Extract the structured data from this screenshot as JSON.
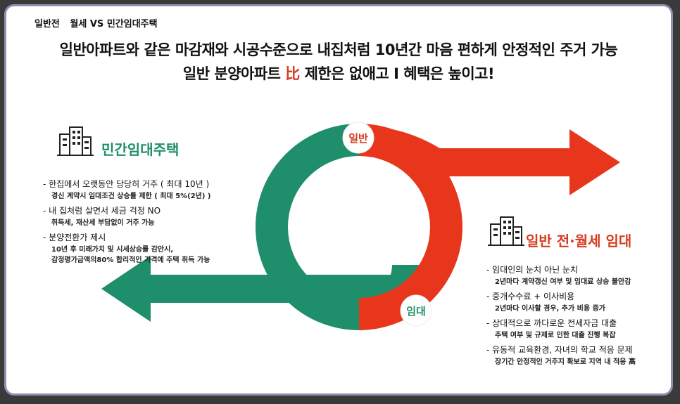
{
  "breadcrumb": [
    "일반전",
    "월세 VS 민간임대주택"
  ],
  "headline": {
    "line1": "일반아파트와 같은 마감재와 시공수준으로 내집처럼 10년간 마음 편하게 안정적인 주거 가능",
    "line2_pre": "일반 분양아파트 ",
    "line2_hl": "比",
    "line2_post": " 제한은 없애고 I 혜택은 높이고!"
  },
  "diagram": {
    "badge_top": "일반",
    "badge_bottom": "임대",
    "colors": {
      "green": "#1e8f6a",
      "red": "#e8361c",
      "text_red": "#d63b1f"
    }
  },
  "left": {
    "title": "민간임대주택",
    "points": [
      {
        "main": "한집에서 오랫동안 당당히 거주 ( 최대 10년 )",
        "sub": "경신 계약시 임대조건 상승률 제한 ( 최대 5%(2년) )"
      },
      {
        "main": "내 집처럼 살면서 세금 걱정 NO",
        "sub": "취득세, 재산세 부담없이 거주 가능"
      },
      {
        "main": "분양전환가 제시",
        "sub": "10년 후 미래가치 및 시세상승률 감안시,",
        "sub2": "감정평가금액의80% 합리적인 가격에 주택 취득 가능"
      }
    ]
  },
  "right": {
    "title": "일반 전·월세 ",
    "title_strong": "임대",
    "points": [
      {
        "main": "임대인의 눈치 아닌 눈치",
        "sub": "2년마다 계약갱신 여부 및 임대료 상승 불안감"
      },
      {
        "main": "중개수수료 + 이사비용",
        "sub": "2년마다 이사할 경우, 추가 비용 증가"
      },
      {
        "main": "상대적으로 까다로운 전세자금 대출",
        "sub": "주택 여부 및 규제로 인한 대출 진행 복잡"
      },
      {
        "main": "유동적 교육환경, 자녀의 학교 적응 문제",
        "sub": "장기간 안정적인 거주지 확보로 지역 내 적응 高"
      }
    ]
  }
}
